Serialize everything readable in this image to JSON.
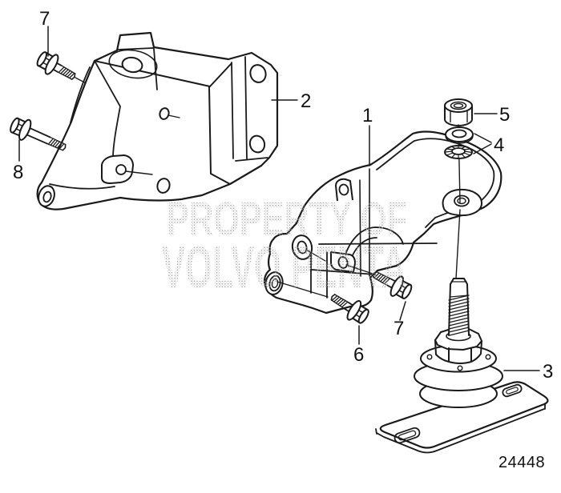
{
  "figure": {
    "number": "24448",
    "watermark": {
      "line1": "PROPERTY OF",
      "line2": "VOLVO PENTA"
    },
    "callouts": {
      "bracket_front": "1",
      "bracket_rear": "2",
      "engine_mount": "3",
      "washers": "4",
      "nut": "5",
      "bolt_6": "6",
      "bolt_7_top": "7",
      "bolt_7_mid": "7",
      "bolt_8": "8"
    }
  }
}
